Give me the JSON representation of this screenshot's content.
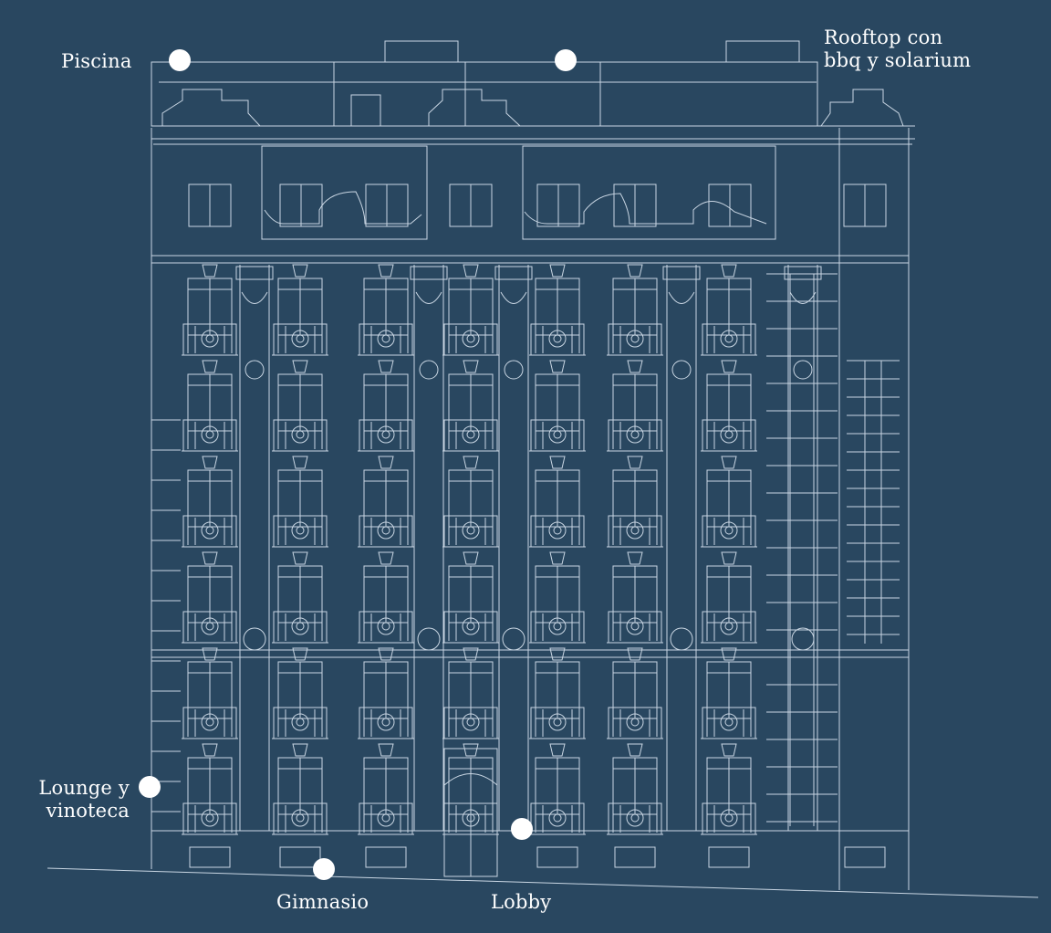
{
  "colors": {
    "background": "#294760",
    "line": "#c9d6e3",
    "marker": "#ffffff",
    "label": "#ffffff"
  },
  "hotspots": [
    {
      "id": "piscina",
      "label": "Piscina"
    },
    {
      "id": "rooftop",
      "label": "Rooftop con\nbbq y solarium"
    },
    {
      "id": "lounge",
      "label": "Lounge y\nvinoteca"
    },
    {
      "id": "gimnasio",
      "label": "Gimnasio"
    },
    {
      "id": "lobby",
      "label": "Lobby"
    }
  ]
}
